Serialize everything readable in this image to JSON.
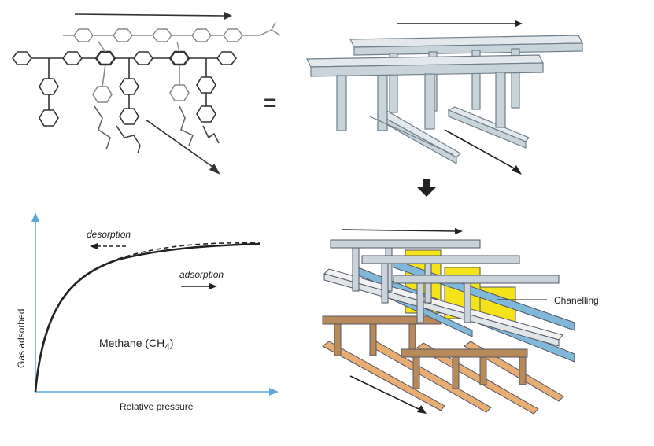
{
  "isotherm": {
    "desorption_label": "desorption",
    "adsorption_label": "adsorption",
    "gas_label": "Methane (CH",
    "gas_subscript": "4",
    "gas_close": ")",
    "xlabel": "Relative pressure",
    "ylabel": "Gas adsorbed",
    "axis_color": "#5aa9d6"
  },
  "framework": {
    "channel_label": "Chanelling",
    "equals_symbol": "=",
    "colors": {
      "beam_grey": "#c9d3da",
      "beam_blue": "#7fb8d8",
      "beam_white": "#f2f2f2",
      "beam_brown": "#b88a5a",
      "beam_orange": "#e7ad72",
      "channel_yellow": "#f4e21a"
    }
  }
}
